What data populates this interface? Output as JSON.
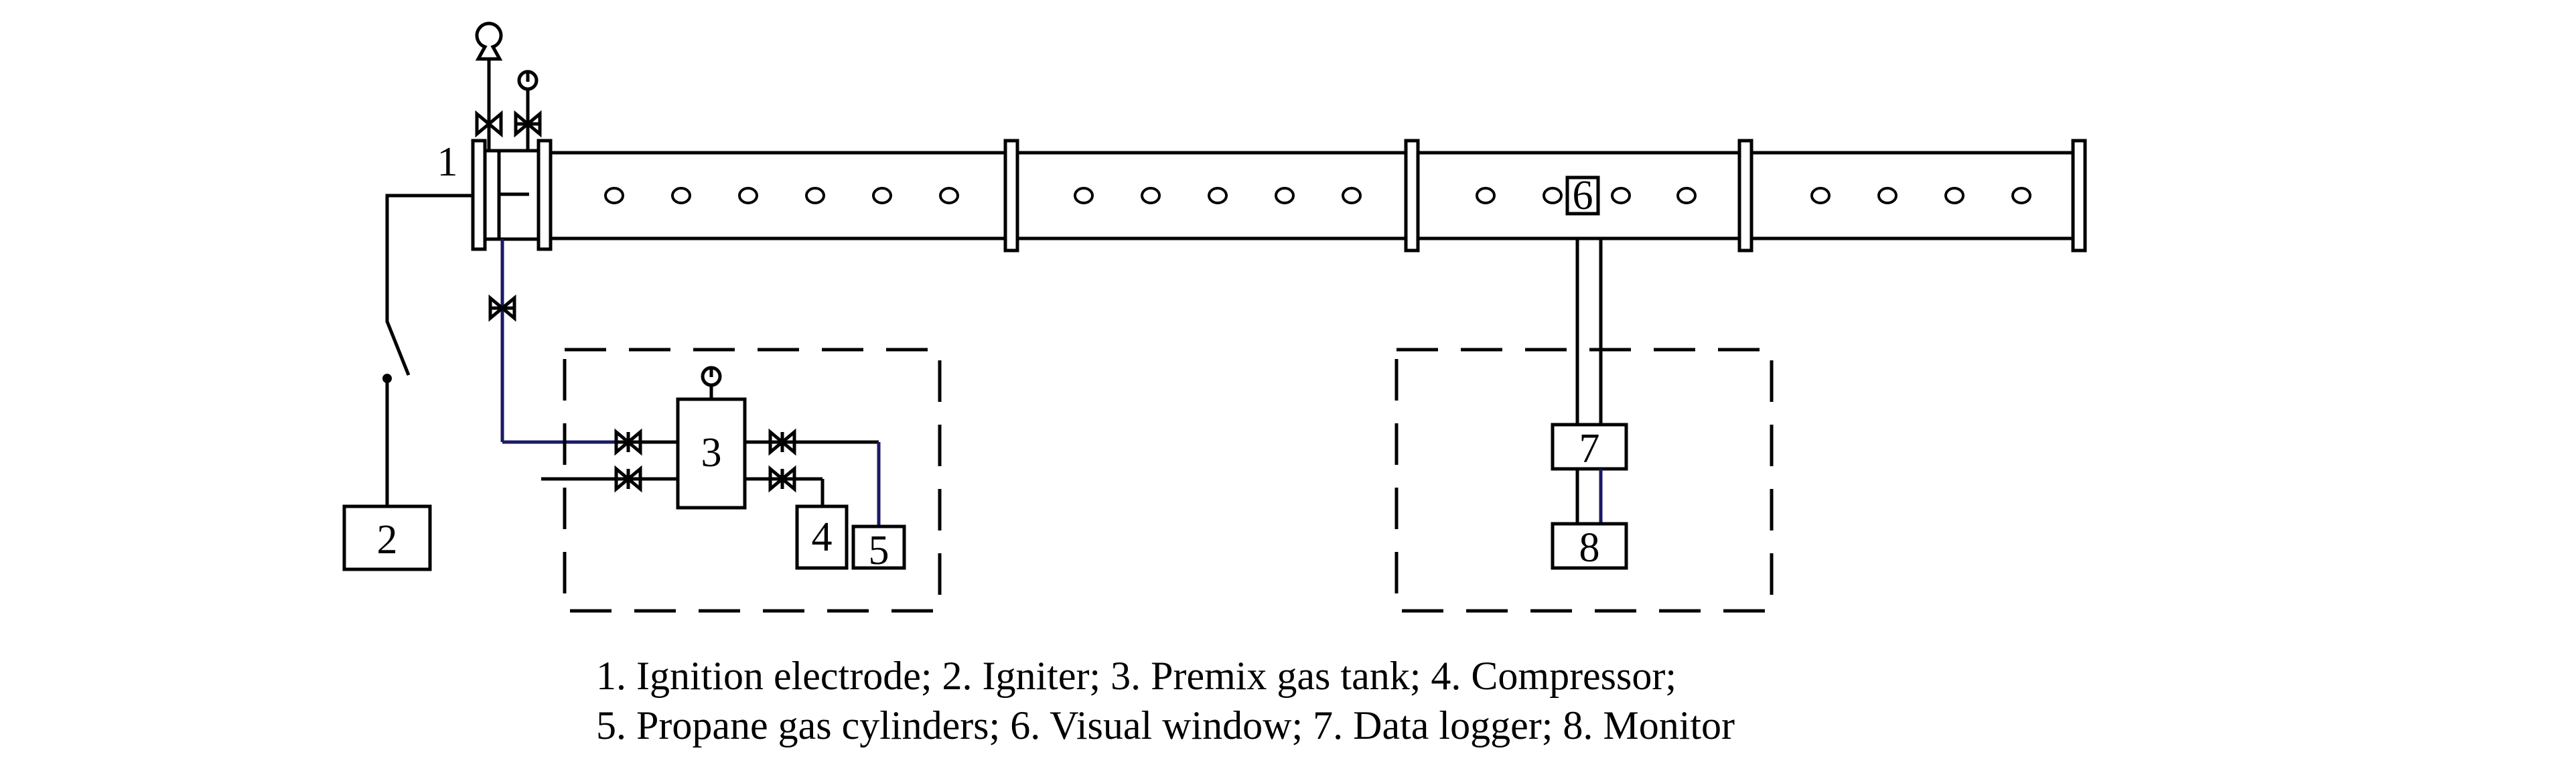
{
  "labels": {
    "ignition_electrode": "1",
    "igniter": "2",
    "premix_tank": "3",
    "compressor": "4",
    "propane_cylinders": "5",
    "visual_window": "6",
    "data_logger": "7",
    "monitor": "8"
  },
  "caption": {
    "line1": "1. Ignition electrode; 2. Igniter; 3. Premix gas tank; 4. Compressor;",
    "line2": "5. Propane gas cylinders; 6. Visual window; 7. Data logger; 8. Monitor"
  },
  "colors": {
    "line": "#000000",
    "gas_line": "#1a1a66",
    "background": "#ffffff"
  }
}
